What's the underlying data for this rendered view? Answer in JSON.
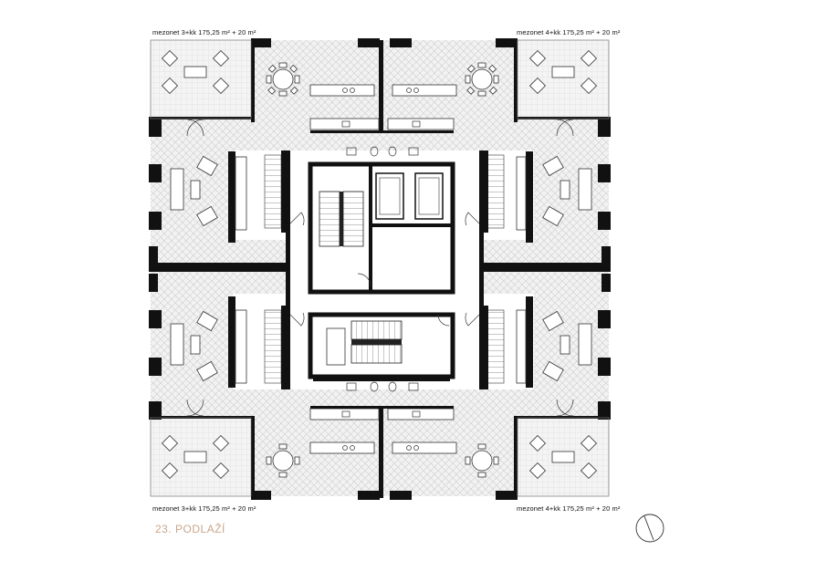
{
  "labels": {
    "top_left": "mezonet 3+kk 175,25 m² + 20 m²",
    "top_right": "mezonet 4+kk 175,25 m² + 20 m²",
    "bottom_left": "mezonet 3+kk 175,25 m² + 20 m²",
    "bottom_right": "mezonet 4+kk 175,25 m² + 20 m²"
  },
  "floor_title": "23. PODLAŽÍ",
  "icons": {
    "north_arrow": "north-arrow-icon"
  }
}
